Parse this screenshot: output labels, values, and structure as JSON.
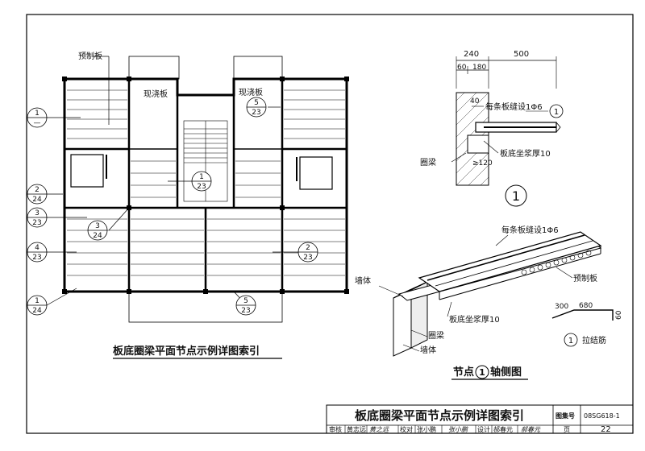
{
  "plan": {
    "caption": "板底圈梁平面节点示例详图索引",
    "labels": {
      "prefab_slab": "预制板",
      "cast_slab_left": "现浇板",
      "cast_slab_right": "现浇板"
    },
    "callouts": [
      {
        "top": "1",
        "bottom": "—"
      },
      {
        "top": "5",
        "bottom": "23"
      },
      {
        "top": "1",
        "bottom": "23"
      },
      {
        "top": "2",
        "bottom": "24"
      },
      {
        "top": "3",
        "bottom": "23"
      },
      {
        "top": "3",
        "bottom": "24"
      },
      {
        "top": "4",
        "bottom": "23"
      },
      {
        "top": "2",
        "bottom": "23"
      },
      {
        "top": "1",
        "bottom": "24"
      },
      {
        "top": "5",
        "bottom": "23"
      }
    ]
  },
  "section": {
    "dims": {
      "d240": "240",
      "d500": "500",
      "d60": "60",
      "d180": "180",
      "d40": "40",
      "d120": "≥120"
    },
    "notes": {
      "rebar": "每条板缝设1Φ6",
      "mortar": "板底坐浆厚10",
      "ring_beam": "圈梁"
    },
    "callout": "1",
    "big_mark": "1"
  },
  "iso": {
    "notes": {
      "rebar": "每条板缝设1Φ6",
      "wall_top": "墙体",
      "prefab": "预制板",
      "mortar": "板底坐浆厚10",
      "ring_beam": "圈梁",
      "wall_bottom": "墙体"
    },
    "caption_pre": "节点",
    "caption_num": "1",
    "caption_post": "轴侧图",
    "tie": {
      "d300": "300",
      "d680": "680",
      "d60": "60",
      "num": "1",
      "label": "拉结筋"
    }
  },
  "title_block": {
    "title": "板底圈梁平面节点示例详图索引",
    "atlas_label": "图集号",
    "atlas_no": "08SG618-1",
    "review": "审核",
    "reviewer": "黄志远",
    "reviewer_sign": "黄之远",
    "check": "校对",
    "checker": "张小鹏",
    "checker_sign": "张小鹏",
    "design": "设计",
    "designer": "郝春元",
    "designer_sign": "郝春元",
    "page_label": "页",
    "page_no": "22"
  }
}
